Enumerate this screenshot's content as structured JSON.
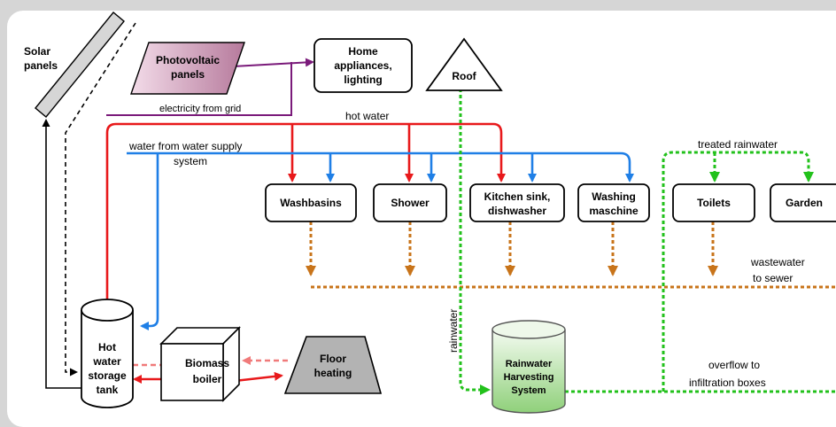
{
  "colors": {
    "hot": "#e8191b",
    "cold": "#1f7fe6",
    "waste": "#c8741a",
    "rain": "#22c11b",
    "electric": "#7a1a7a",
    "solar": "#000000",
    "circuit": "#f07a7a",
    "background": "#d6d6d6"
  },
  "nodes": {
    "solar_panels": {
      "line1": "Solar",
      "line2": "panels"
    },
    "pv_panels": {
      "line1": "Photovoltaic",
      "line2": "panels"
    },
    "home_appliances": {
      "line1": "Home",
      "line2": "appliances,",
      "line3": "lighting"
    },
    "roof": {
      "label": "Roof"
    },
    "washbasins": {
      "label": "Washbasins"
    },
    "shower": {
      "label": "Shower"
    },
    "kitchen": {
      "line1": "Kitchen sink,",
      "line2": "dishwasher"
    },
    "washing": {
      "line1": "Washing",
      "line2": "maschine"
    },
    "toilets": {
      "label": "Toilets"
    },
    "garden": {
      "label": "Garden"
    },
    "tank": {
      "line1": "Hot",
      "line2": "water",
      "line3": "storage",
      "line4": "tank"
    },
    "boiler": {
      "line1": "Biomass",
      "line2": "boiler"
    },
    "floor": {
      "line1": "Floor",
      "line2": "heating"
    },
    "rwh": {
      "line1": "Rainwater",
      "line2": "Harvesting",
      "line3": "System"
    }
  },
  "labels": {
    "electricity_grid": "electricity from grid",
    "hot_water": "hot water",
    "water_supply_1": "water from water supply",
    "water_supply_2": "system",
    "treated_rainwater": "treated rainwater",
    "wastewater_1": "wastewater",
    "wastewater_2": "to sewer",
    "rainwater": "rainwater",
    "overflow_1": "overflow to",
    "overflow_2": "infiltration boxes"
  }
}
